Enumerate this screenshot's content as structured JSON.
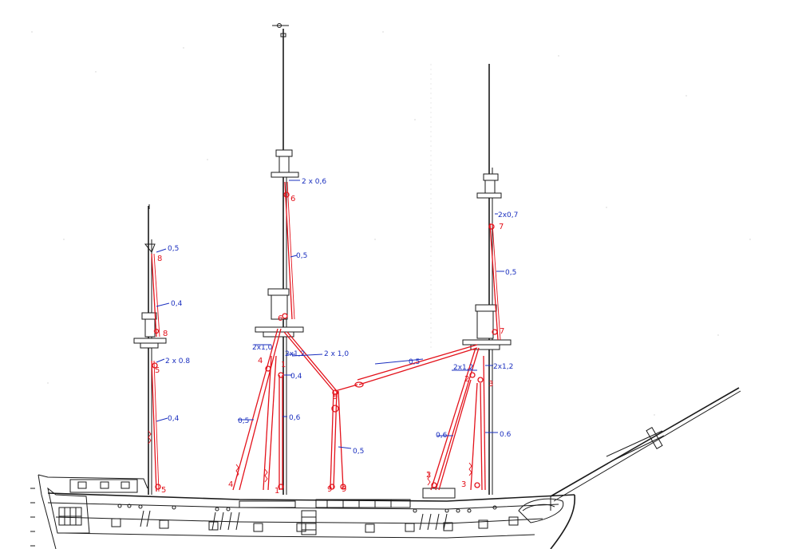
{
  "diagram": {
    "colors": {
      "ink": "#1a1a1a",
      "rigging": "#e3121b",
      "notes": "#1a2fbf",
      "paper": "#ffffff"
    },
    "size_labels": [
      {
        "id": "s1",
        "text": "0,5"
      },
      {
        "id": "s2",
        "text": "0,4"
      },
      {
        "id": "s3",
        "text": "2 x 0.8"
      },
      {
        "id": "s4",
        "text": "0,4"
      },
      {
        "id": "s5",
        "text": "2 x 0,6"
      },
      {
        "id": "s6",
        "text": "0,5"
      },
      {
        "id": "s7",
        "text": "2x1,0"
      },
      {
        "id": "s8",
        "text": "2x1,2"
      },
      {
        "id": "s9",
        "text": "2 x 1,0"
      },
      {
        "id": "s10",
        "text": "0,4"
      },
      {
        "id": "s11",
        "text": "0,5"
      },
      {
        "id": "s12",
        "text": "0,6"
      },
      {
        "id": "s13",
        "text": "0,5"
      },
      {
        "id": "s14",
        "text": "0,5"
      },
      {
        "id": "s15",
        "text": "2x0,7"
      },
      {
        "id": "s16",
        "text": "0,5"
      },
      {
        "id": "s17",
        "text": "2x1,2"
      },
      {
        "id": "s18",
        "text": "2x1,2"
      },
      {
        "id": "s19",
        "text": "0,6"
      },
      {
        "id": "s20",
        "text": "0.6"
      }
    ],
    "line_numbers": [
      {
        "id": "n1",
        "text": "8"
      },
      {
        "id": "n2",
        "text": "8"
      },
      {
        "id": "n3",
        "text": "5"
      },
      {
        "id": "n4",
        "text": "5"
      },
      {
        "id": "n5",
        "text": "6"
      },
      {
        "id": "n6",
        "text": "6"
      },
      {
        "id": "n7",
        "text": "4"
      },
      {
        "id": "n8",
        "text": "1"
      },
      {
        "id": "n9",
        "text": "4"
      },
      {
        "id": "n10",
        "text": "1"
      },
      {
        "id": "n11",
        "text": "9"
      },
      {
        "id": "n12",
        "text": "9"
      },
      {
        "id": "n13",
        "text": "9"
      },
      {
        "id": "n14",
        "text": "7"
      },
      {
        "id": "n15",
        "text": "7"
      },
      {
        "id": "n16",
        "text": "2"
      },
      {
        "id": "n17",
        "text": "3"
      },
      {
        "id": "n18",
        "text": "2"
      },
      {
        "id": "n19",
        "text": "3"
      }
    ]
  }
}
